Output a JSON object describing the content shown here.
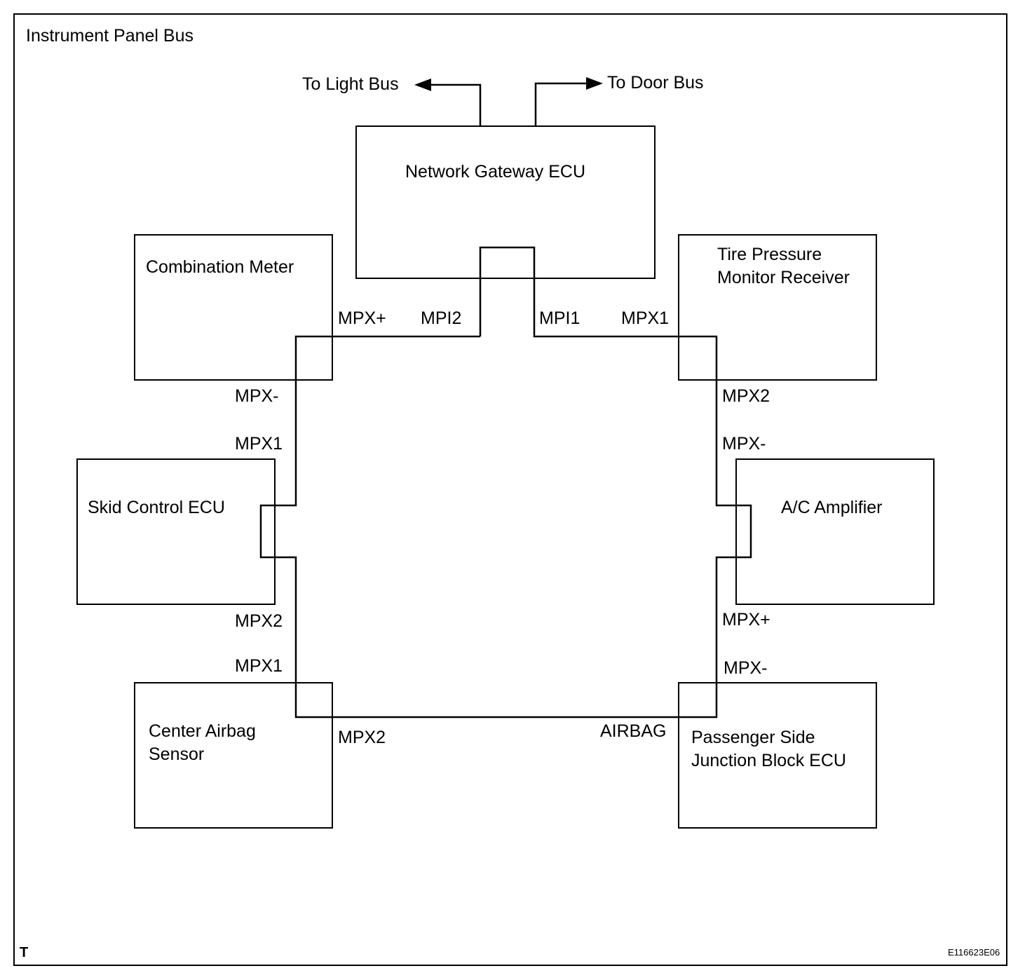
{
  "title": "Instrument Panel Bus",
  "external": {
    "light_bus": "To Light Bus",
    "door_bus": "To Door Bus"
  },
  "ecus": {
    "gateway": "Network Gateway ECU",
    "combination_meter": "Combination Meter",
    "tire_pressure": "Tire Pressure\nMonitor Receiver",
    "skid_control": "Skid Control ECU",
    "ac_amplifier": "A/C Amplifier",
    "center_airbag": "Center Airbag\nSensor",
    "passenger_jb": "Passenger Side\nJunction Block ECU"
  },
  "pins": {
    "meter_mpx_plus": "MPX+",
    "gateway_mpi2": "MPI2",
    "gateway_mpi1": "MPI1",
    "tire_mpx1": "MPX1",
    "meter_mpx_minus": "MPX-",
    "tire_mpx2": "MPX2",
    "skid_mpx1": "MPX1",
    "ac_mpx_minus": "MPX-",
    "skid_mpx2": "MPX2",
    "ac_mpx_plus": "MPX+",
    "airbag_mpx1": "MPX1",
    "jb_mpx_minus": "MPX-",
    "airbag_mpx2": "MPX2",
    "jb_airbag": "AIRBAG"
  },
  "corner_mark": "T",
  "figure_code": "E116623E06"
}
